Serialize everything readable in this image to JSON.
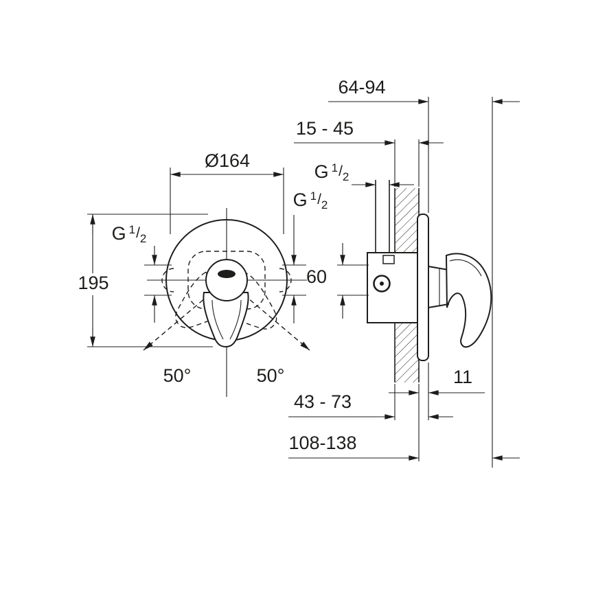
{
  "colors": {
    "background": "#ffffff",
    "line": "#1d1d1b"
  },
  "thread": {
    "letter": "G",
    "numerator": "1",
    "slash": "/",
    "denominator": "2"
  },
  "dimensions": {
    "escutcheon_diameter": "Ø164",
    "overall_height": "195",
    "depth_to_handle": "64-94",
    "wall_thickness": "15 - 45",
    "body_height": "60",
    "swing_left": "50°",
    "swing_right": "50°",
    "escutcheon_offset": "11",
    "depth_mid": "43 - 73",
    "depth_total": "108-138"
  }
}
